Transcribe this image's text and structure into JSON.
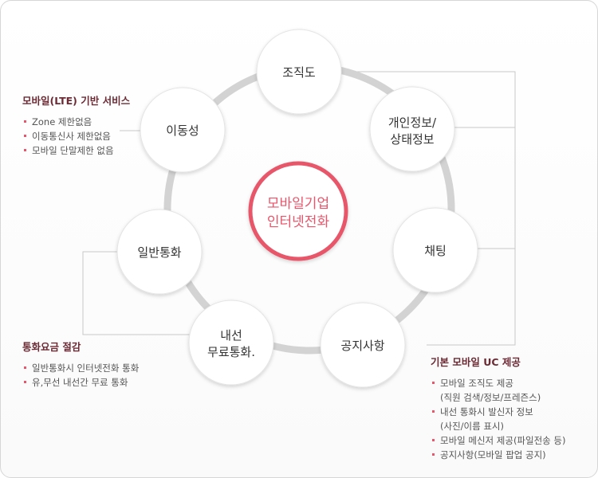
{
  "center": {
    "line1": "모바일기업",
    "line2": "인터넷전화"
  },
  "nodes": {
    "org_chart": "조직도",
    "profile_line1": "개인정보/",
    "profile_line2": "상태정보",
    "chat": "채팅",
    "notice": "공지사항",
    "extension_line1": "내선",
    "extension_line2": "무료통화.",
    "general_call": "일반통화",
    "mobility": "이동성"
  },
  "panels": {
    "mobile_lte": {
      "title": "모바일(LTE) 기반 서비스",
      "items": [
        "Zone 제한없음",
        "이동통신사 제한없음",
        "모바일 단말제한 없음"
      ]
    },
    "call_fee": {
      "title": "통화요금 절감",
      "items": [
        "일반통화시 인터넷전화 통화",
        "유,무선 내선간 무료 통화"
      ]
    },
    "uc_basic": {
      "title": "기본 모바일 UC 제공",
      "items": [
        {
          "line1": "모바일 조직도 제공",
          "line2": "(직원 검색/정보/프레즌스)"
        },
        {
          "line1": "내선 통화시 발신자 정보",
          "line2": "(사진/이름 표시)"
        },
        {
          "line1": "모바일 메신저 제공(파일전송 등)"
        },
        {
          "line1": "공지사항(모바일 팝업 공지)"
        }
      ]
    }
  },
  "colors": {
    "accent": "#e8566b",
    "title": "#6b2a34",
    "ring": "#d3d3d3",
    "connector": "#c8c8c8",
    "node_border": "#e4e4e4"
  }
}
